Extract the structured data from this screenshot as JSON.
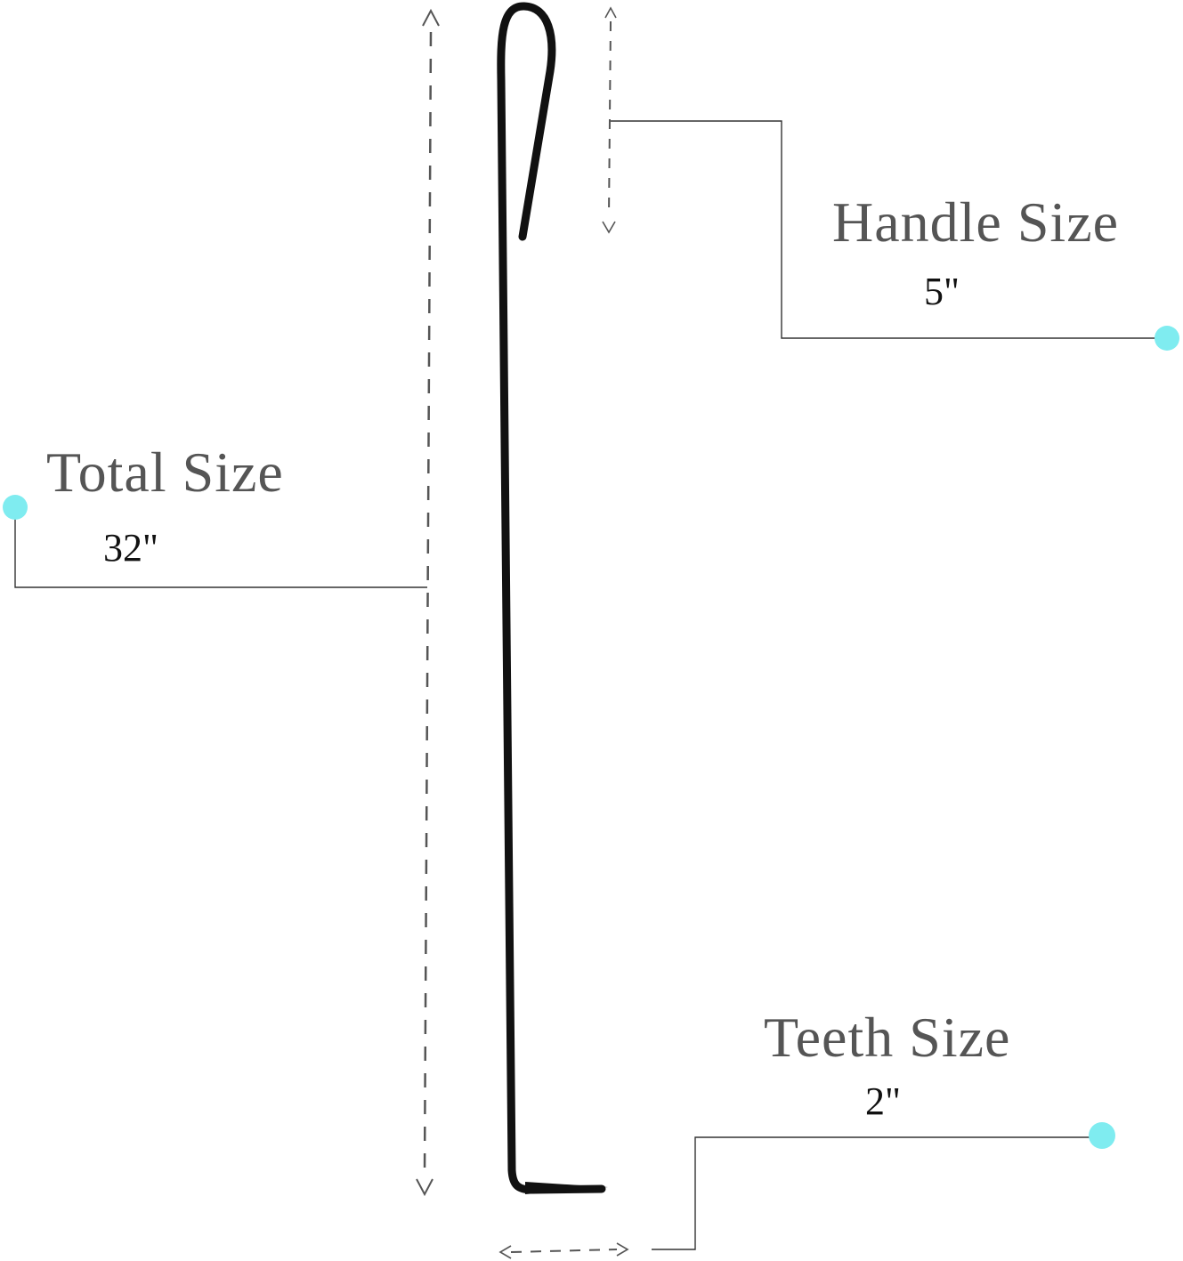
{
  "total": {
    "title": "Total Size",
    "value": "32\""
  },
  "handle": {
    "title": "Handle Size",
    "value": "5\""
  },
  "teeth": {
    "title": "Teeth Size",
    "value": "2\""
  },
  "colors": {
    "tool": "#111111",
    "title_text": "#555555",
    "value_text": "#111111",
    "dimension_line": "#555555",
    "leader_line": "#333333",
    "marker_dot": "#7fecf0"
  },
  "icons": {
    "tool": "fire-poker-hook-icon",
    "marker": "cyan-dot-marker"
  }
}
